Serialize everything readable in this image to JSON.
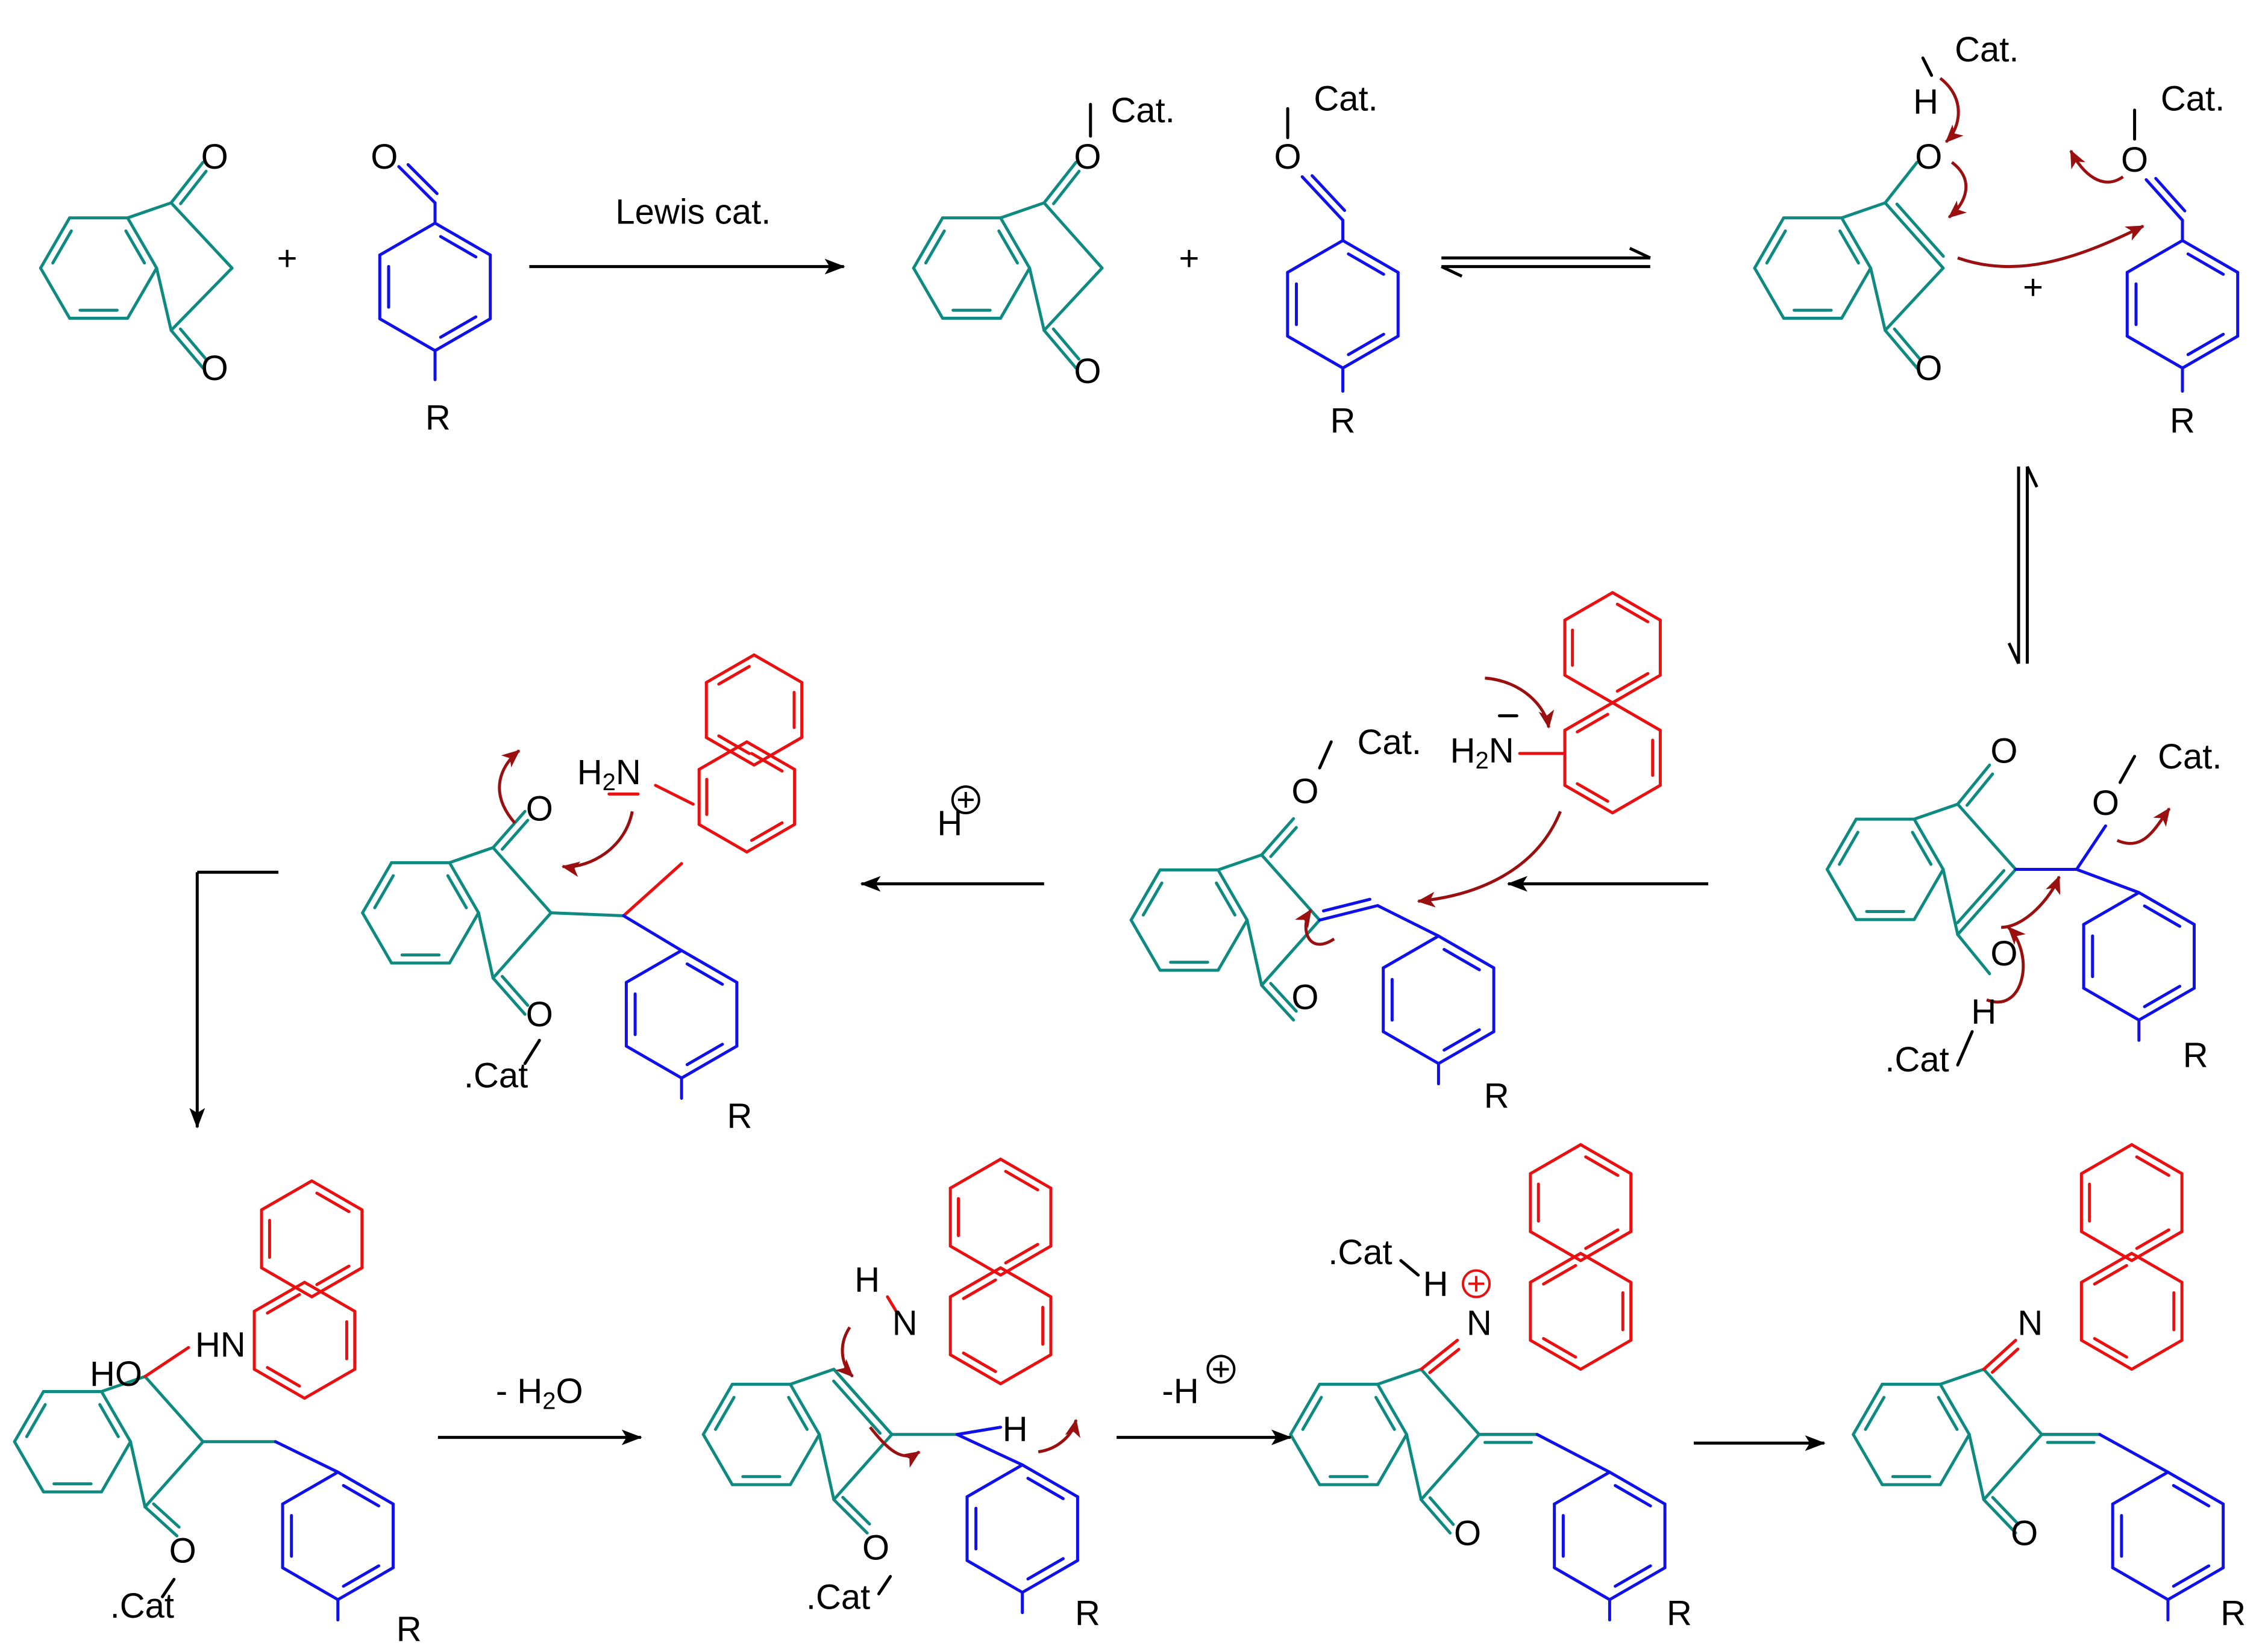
{
  "colors": {
    "teal": "#0f8a80",
    "blue": "#1010e8",
    "red": "#e81010",
    "black": "#000000",
    "arrow": "#9a1010"
  },
  "labels": {
    "lewis": "Lewis cat.",
    "plus": "+",
    "cat": "Cat.",
    "cat_left": ".Cat",
    "O": "O",
    "R": "R",
    "H": "H",
    "HO": "HO",
    "HN": "HN",
    "N": "N",
    "H2N_H": "H",
    "H2N_sub": "2",
    "H2N_N": "N",
    "proton": "H",
    "minus_proton": "-H",
    "minus_water": "- H",
    "minus_water_sub": "2",
    "minus_water_O": "O"
  }
}
